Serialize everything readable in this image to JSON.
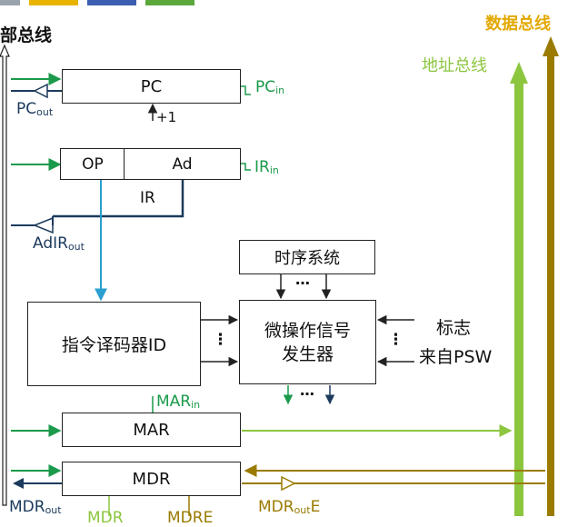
{
  "colors": {
    "green": "#1a9a4a",
    "navy": "#1b3a5c",
    "cyan": "#2a9fd0",
    "light_green": "#8cc63f",
    "olive": "#9a7b00",
    "black": "#222222"
  },
  "bus": {
    "internal_label": "部总线",
    "data_label": "数据总线",
    "address_label": "地址总线"
  },
  "pc": {
    "label": "PC",
    "in_label": "PC",
    "in_sub": "in",
    "out_label": "PC",
    "out_sub": "out",
    "increment": "+1"
  },
  "ir": {
    "op": "OP",
    "ad": "Ad",
    "label": "IR",
    "in_label": "IR",
    "in_sub": "in",
    "adout_label": "AdIR",
    "adout_sub": "out"
  },
  "timing": {
    "label": "时序系统",
    "dots": "…"
  },
  "decoder": {
    "label": "指令译码器ID",
    "dots": "⋮"
  },
  "micro": {
    "line1": "微操作信号",
    "line2": "发生器",
    "dots_out": "…"
  },
  "flags": {
    "line1": "标志",
    "line2": "来自PSW",
    "dots": "⋮"
  },
  "mar": {
    "label": "MAR",
    "in_label": "MAR",
    "in_sub": "in"
  },
  "mdr": {
    "label": "MDR",
    "out_label": "MDR",
    "out_sub": "out",
    "oute_label": "MDR",
    "oute_sub": "out",
    "oute_suffix": "E",
    "bottom_label_1": "MDR",
    "bottom_label_2": "MDR",
    "bottom_suffix_2": "E"
  }
}
